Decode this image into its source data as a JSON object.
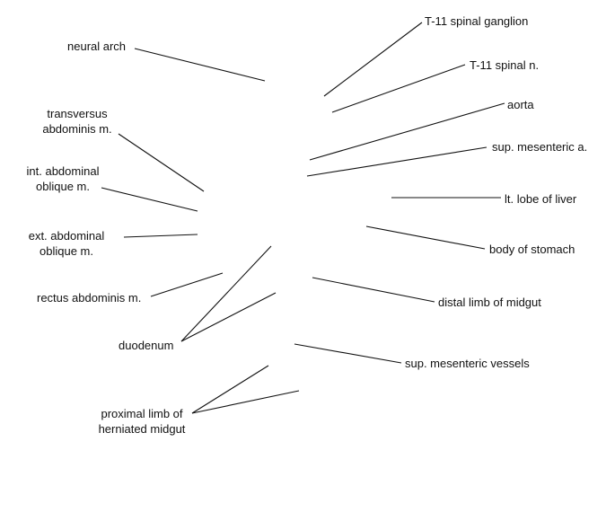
{
  "labels": {
    "neural_arch": [
      "neural arch"
    ],
    "t11_spinal_ganglion": [
      "T-11 spinal ganglion"
    ],
    "t11_spinal_n": [
      "T-11 spinal n."
    ],
    "aorta": [
      "aorta"
    ],
    "sup_mesenteric_a": [
      "sup. mesenteric a."
    ],
    "lt_lobe_of_liver": [
      "lt. lobe of liver"
    ],
    "body_of_stomach": [
      "body of stomach"
    ],
    "distal_limb_of_midgut": [
      "distal limb of midgut"
    ],
    "sup_mesenteric_vessels": [
      "sup. mesenteric vessels"
    ],
    "transversus_abdominis_m": [
      "transversus",
      "abdominis m."
    ],
    "int_abdominal_oblique_m": [
      "int. abdominal",
      "oblique m."
    ],
    "ext_abdominal_oblique_m": [
      "ext. abdominal",
      "oblique m."
    ],
    "rectus_abdominis_m": [
      "rectus abdominis m."
    ],
    "duodenum": [
      "duodenum"
    ],
    "proximal_limb_of_herniated_midgut": [
      "proximal limb of",
      "herniated midgut"
    ]
  },
  "colors": {
    "text": "#111111",
    "lines": "#111111",
    "background": "#ffffff"
  }
}
